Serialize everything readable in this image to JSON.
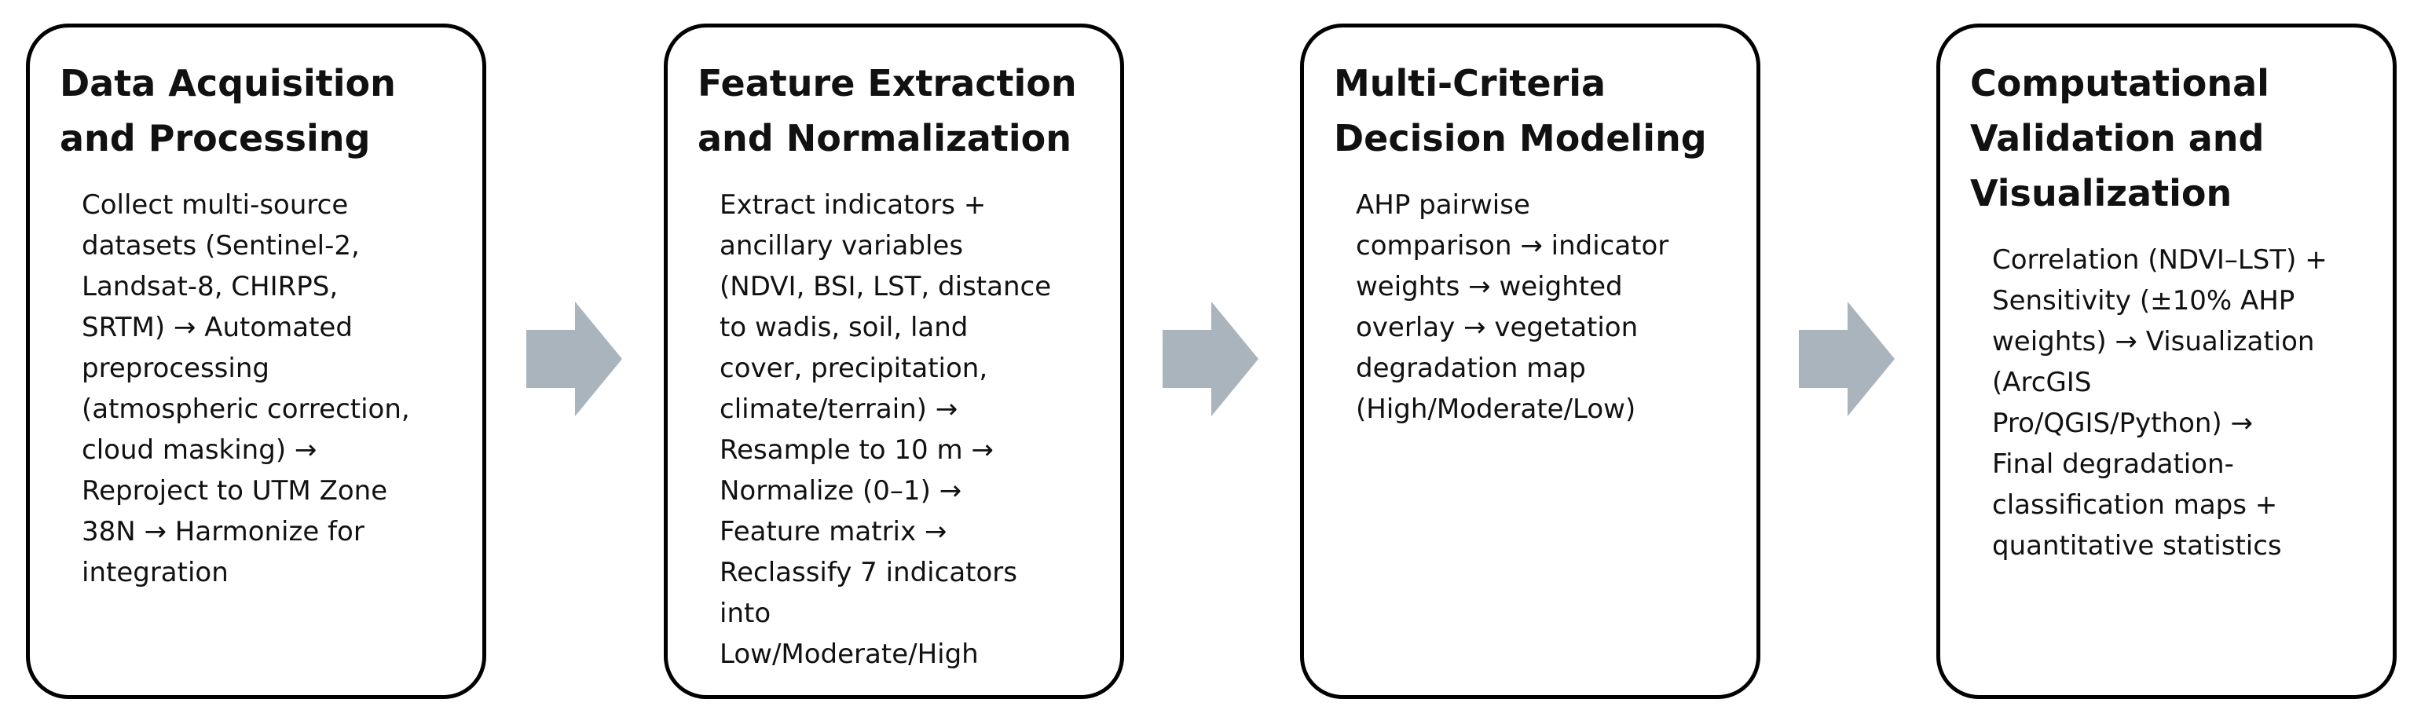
{
  "steps": [
    {
      "title_lines": [
        "Data Acquisition",
        "and Processing"
      ],
      "body_lines": [
        "Collect multi-source",
        "datasets (Sentinel-2,",
        "Landsat-8, CHIRPS,",
        "SRTM) → Automated",
        "preprocessing",
        "(atmospheric correction,",
        "cloud masking) →",
        "Reproject to UTM Zone",
        "38N → Harmonize for",
        "integration"
      ]
    },
    {
      "title_lines": [
        "Feature Extraction",
        "and Normalization"
      ],
      "body_lines": [
        "Extract indicators +",
        "ancillary variables",
        "(NDVI, BSI, LST, distance",
        "to wadis, soil, land",
        "cover, precipitation,",
        "climate/terrain) →",
        "Resample to 10 m →",
        "Normalize (0–1) →",
        "Feature matrix →",
        "Reclassify 7 indicators",
        "into",
        "Low/Moderate/High"
      ]
    },
    {
      "title_lines": [
        "Multi-Criteria",
        "Decision Modeling"
      ],
      "body_lines": [
        "AHP pairwise",
        "comparison → indicator",
        "weights → weighted",
        "overlay → vegetation",
        "degradation map",
        "(High/Moderate/Low)"
      ]
    },
    {
      "title_lines": [
        "Computational",
        "Validation and",
        "Visualization"
      ],
      "body_lines": [
        "Correlation (NDVI–LST) +",
        "Sensitivity (±10% AHP",
        "weights) → Visualization",
        "(ArcGIS",
        "Pro/QGIS/Python) →",
        "Final degradation-",
        "classification maps +",
        "quantitative statistics"
      ]
    }
  ],
  "colors": {
    "arrow": "#a9b4bd",
    "border": "#000000",
    "text": "#111111"
  },
  "icons": {
    "connector": "arrow-right-icon"
  }
}
